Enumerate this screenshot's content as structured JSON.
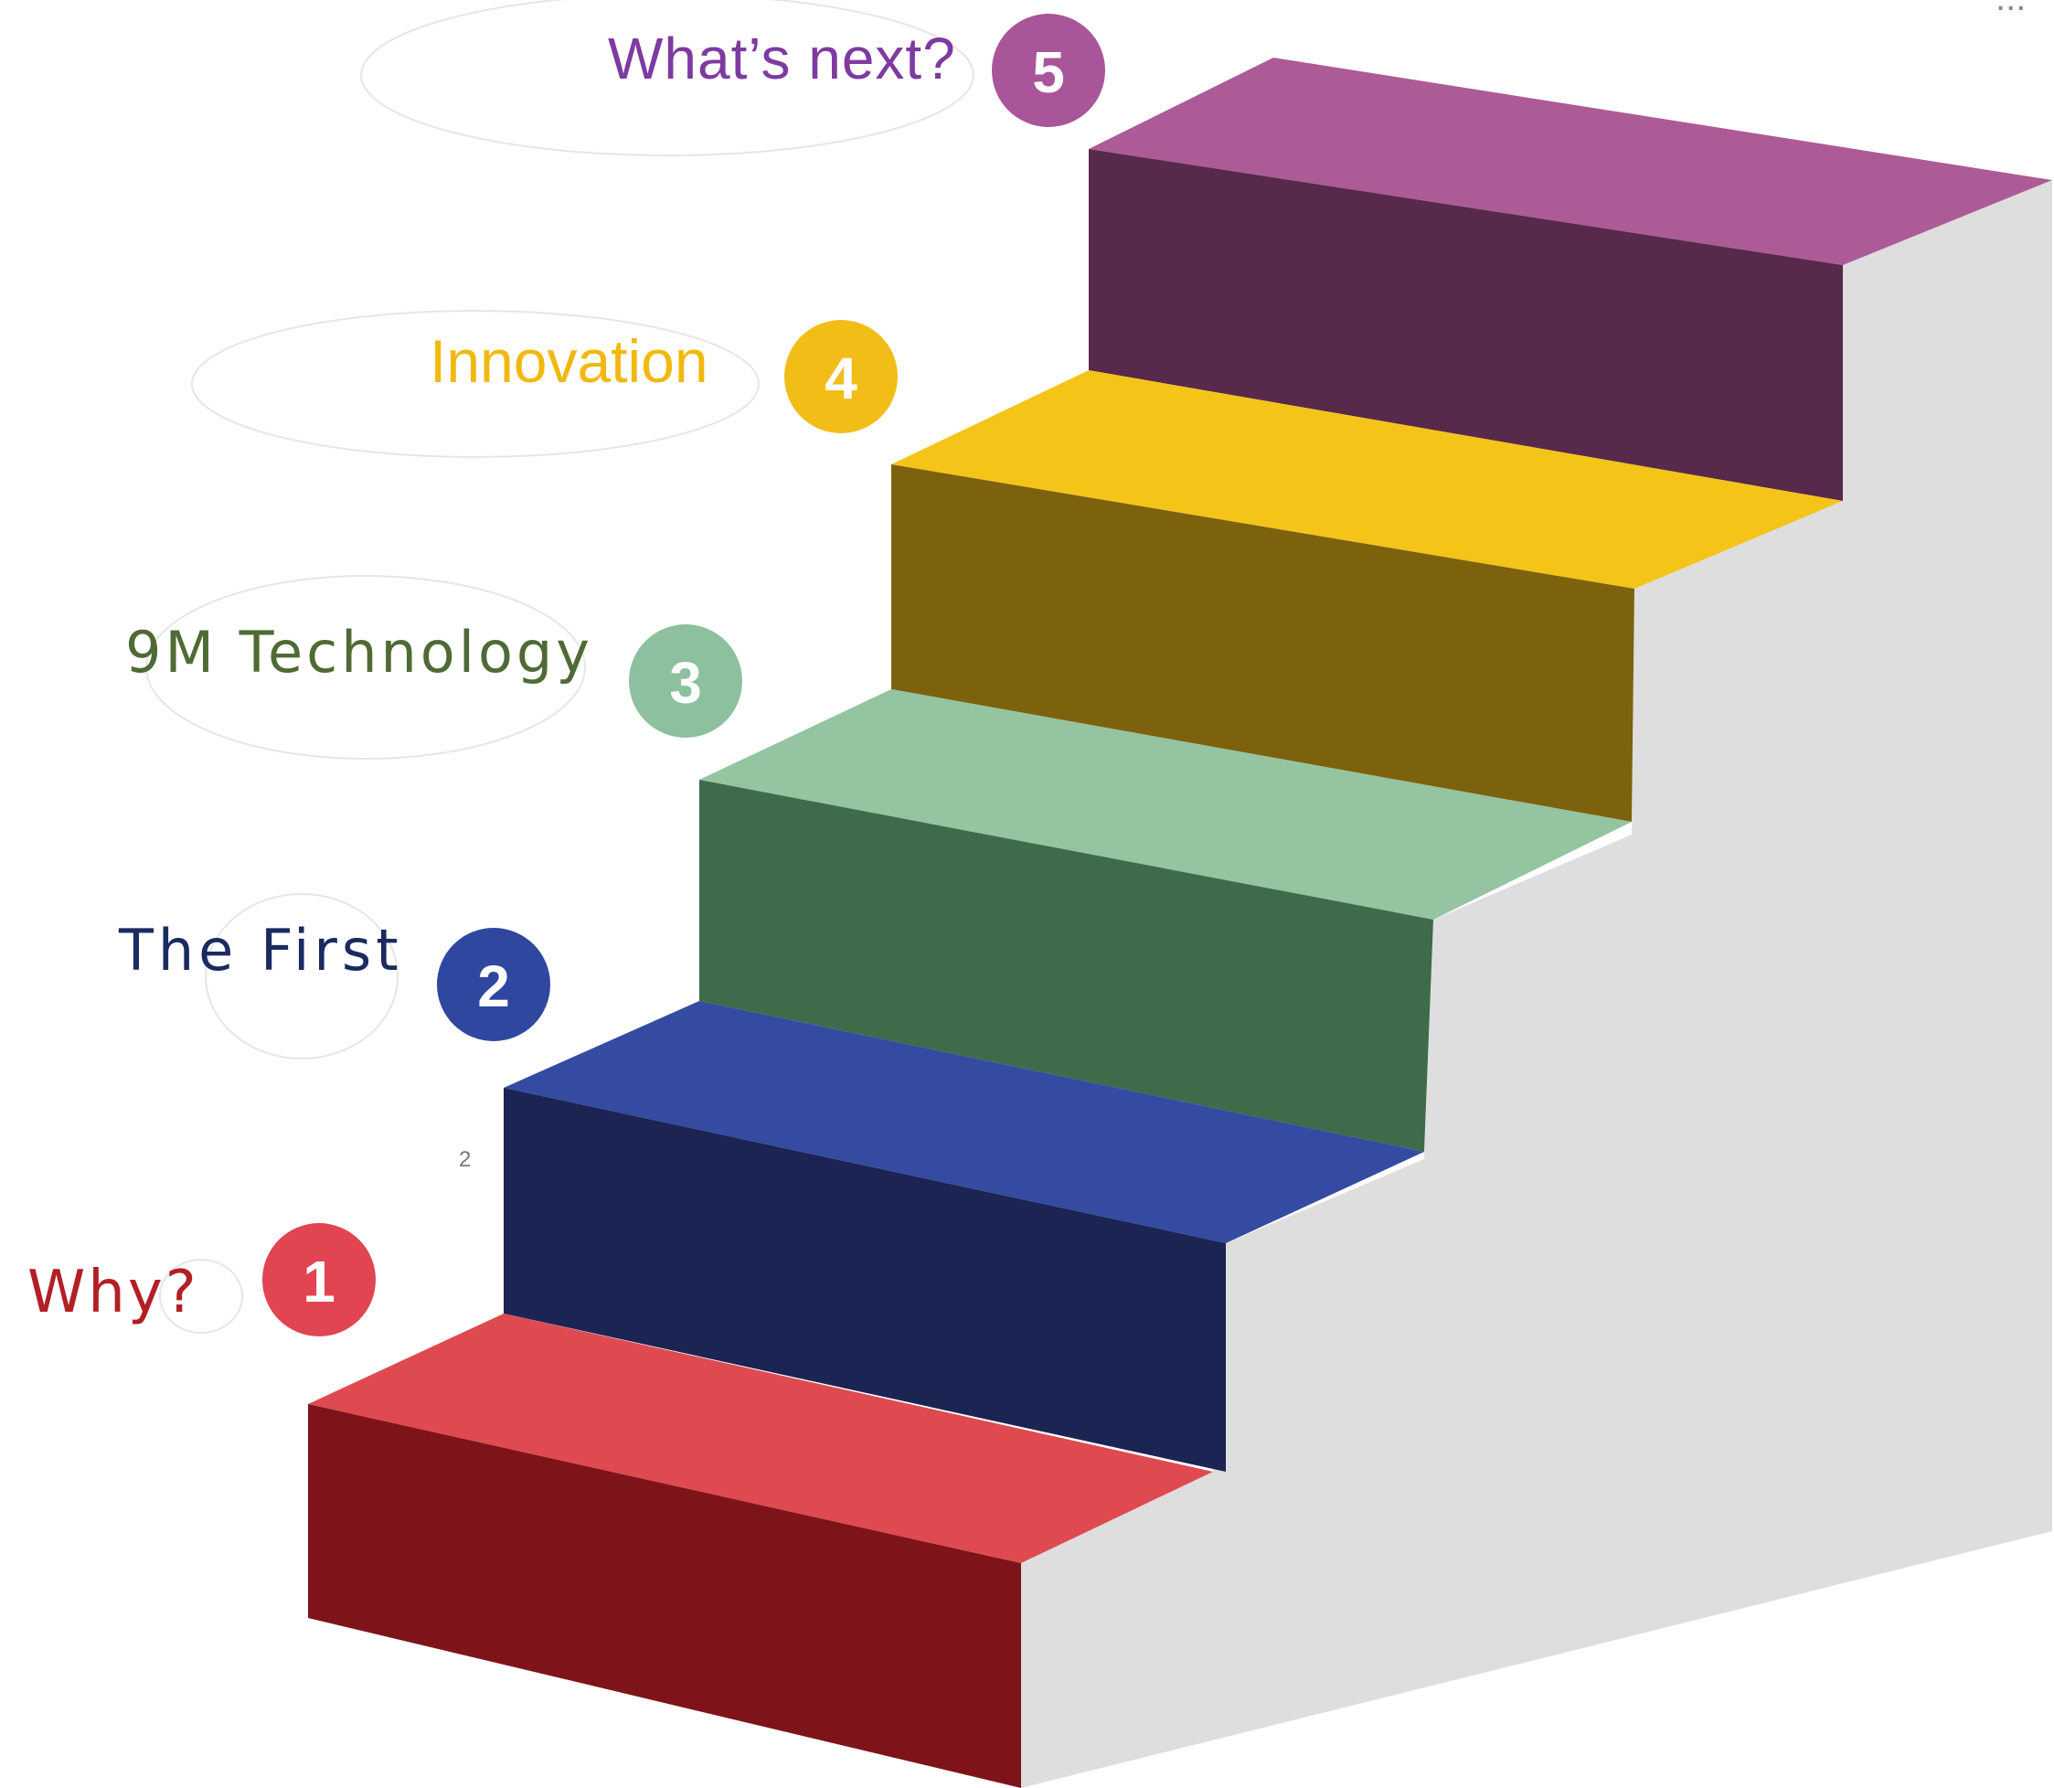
{
  "steps": [
    {
      "number": "1",
      "label": "Why?",
      "label_color": "#b21f24",
      "badge_color": "#e04551",
      "tread_color": "#df4a50",
      "riser_color": "#7e1419"
    },
    {
      "number": "2",
      "label": "The First",
      "label_color": "#1b2a60",
      "badge_color": "#2f479f",
      "tread_color": "#344ba1",
      "riser_color": "#1b2452"
    },
    {
      "number": "3",
      "label": "9M Technology",
      "label_color": "#4f6a34",
      "badge_color": "#8cc09e",
      "tread_color": "#94c4a0",
      "riser_color": "#3e6b4a"
    },
    {
      "number": "4",
      "label": "Innovation",
      "label_color": "#f2b80f",
      "badge_color": "#f2bd17",
      "tread_color": "#f4c419",
      "riser_color": "#7d620e"
    },
    {
      "number": "5",
      "label": "What’s next?",
      "label_color": "#7e3aa0",
      "badge_color": "#a9559a",
      "tread_color": "#ad5b97",
      "riser_color": "#57294a"
    }
  ],
  "wall_color": "#dedede",
  "page_mark": "2",
  "corner_mark": "..."
}
